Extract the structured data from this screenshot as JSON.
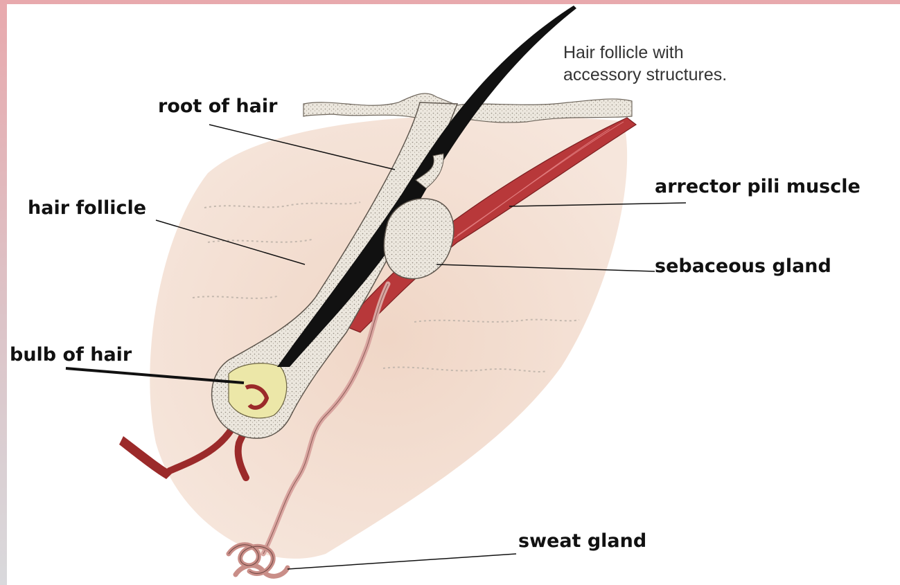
{
  "caption": {
    "line1": "Hair follicle with",
    "line2": "accessory structures."
  },
  "labels": {
    "root_of_hair": "root of hair",
    "hair_follicle": "hair follicle",
    "bulb_of_hair": "bulb of hair",
    "arrector_pili_muscle": "arrector pili muscle",
    "sebaceous_gland": "sebaceous gland",
    "sweat_gland": "sweat gland"
  },
  "colors": {
    "border_top": "#e8a9ad",
    "border_bottom": "#d9d9dc",
    "dermis": "#f3ddd0",
    "muscle": "#b8383a",
    "vessel": "#9b2a2a",
    "bulb": "#ece7a8",
    "sweat_duct": "#d9a5a0",
    "epithelium": "#e9e4dc"
  }
}
